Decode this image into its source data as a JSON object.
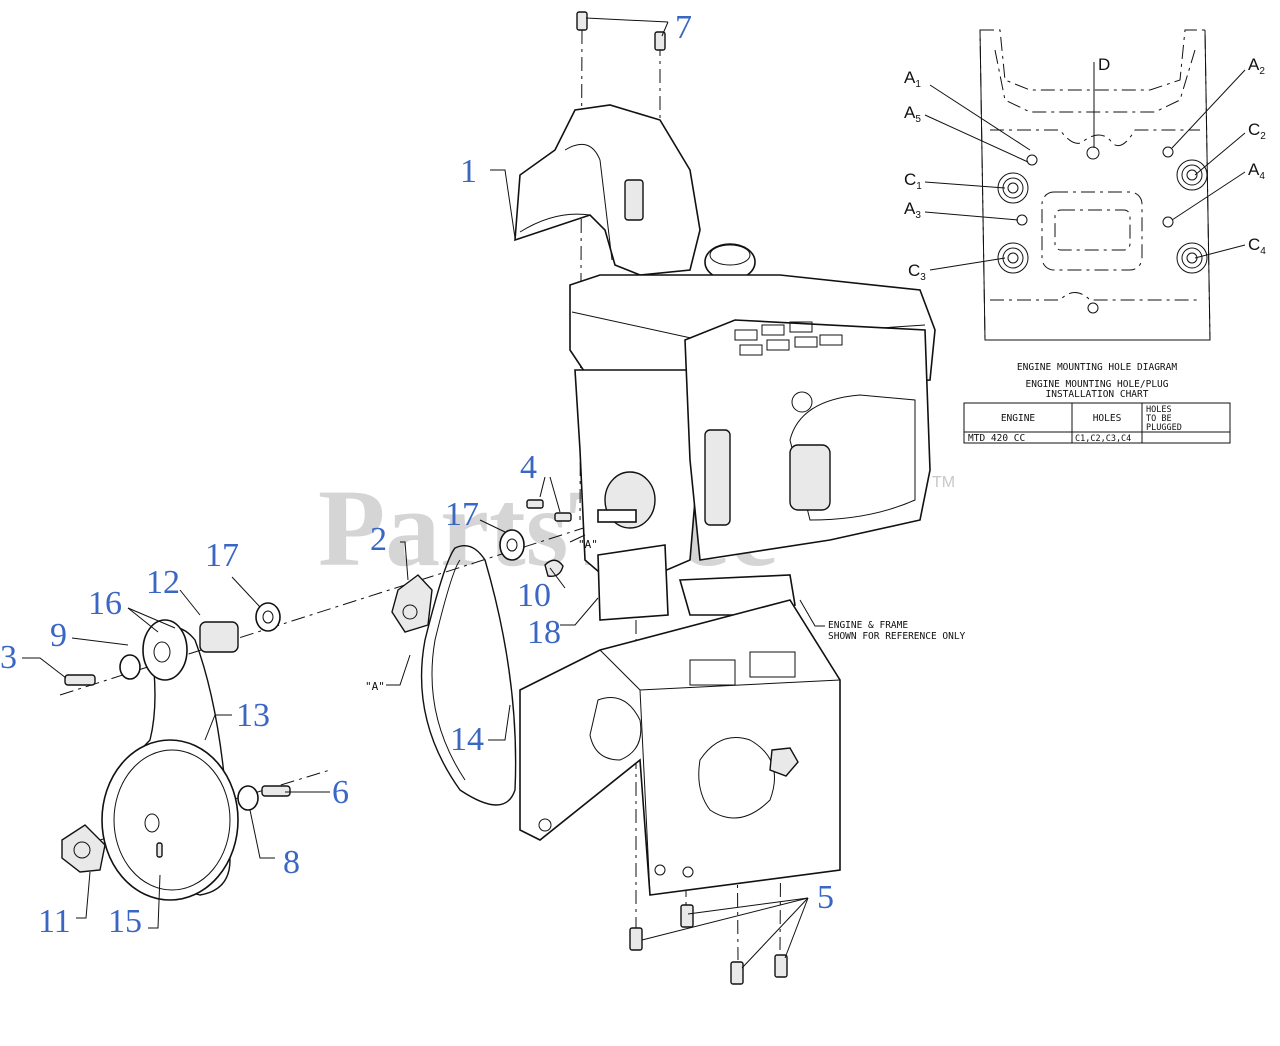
{
  "watermark": {
    "text": "PartsTree",
    "tm": "TM"
  },
  "callouts": [
    {
      "id": "c1",
      "label": "1"
    },
    {
      "id": "c2",
      "label": "2"
    },
    {
      "id": "c3",
      "label": "3"
    },
    {
      "id": "c4",
      "label": "4"
    },
    {
      "id": "c5",
      "label": "5"
    },
    {
      "id": "c6",
      "label": "6"
    },
    {
      "id": "c7",
      "label": "7"
    },
    {
      "id": "c8",
      "label": "8"
    },
    {
      "id": "c9",
      "label": "9"
    },
    {
      "id": "c10",
      "label": "10"
    },
    {
      "id": "c11",
      "label": "11"
    },
    {
      "id": "c12",
      "label": "12"
    },
    {
      "id": "c13",
      "label": "13"
    },
    {
      "id": "c14",
      "label": "14"
    },
    {
      "id": "c15",
      "label": "15"
    },
    {
      "id": "c16",
      "label": "16"
    },
    {
      "id": "c17a",
      "label": "17"
    },
    {
      "id": "c17b",
      "label": "17"
    },
    {
      "id": "c18",
      "label": "18"
    }
  ],
  "refs": {
    "a1": "\"A\"",
    "a2": "\"A\""
  },
  "engine_note": {
    "line1": "ENGINE & FRAME",
    "line2": "SHOWN FOR REFERENCE ONLY"
  },
  "hole_diagram": {
    "title": "ENGINE MOUNTING HOLE DIAGRAM",
    "labels": {
      "A1": {
        "letter": "A",
        "sub": "1"
      },
      "A2": {
        "letter": "A",
        "sub": "2"
      },
      "A3": {
        "letter": "A",
        "sub": "3"
      },
      "A4": {
        "letter": "A",
        "sub": "4"
      },
      "A5": {
        "letter": "A",
        "sub": "5"
      },
      "C1": {
        "letter": "C",
        "sub": "1"
      },
      "C2": {
        "letter": "C",
        "sub": "2"
      },
      "C3": {
        "letter": "C",
        "sub": "3"
      },
      "C4": {
        "letter": "C",
        "sub": "4"
      },
      "D": {
        "letter": "D",
        "sub": ""
      }
    }
  },
  "install_chart": {
    "title_line1": "ENGINE MOUNTING HOLE/PLUG",
    "title_line2": "INSTALLATION CHART",
    "headers": {
      "engine": "ENGINE",
      "holes": "HOLES",
      "plugged1": "HOLES",
      "plugged2": "TO BE",
      "plugged3": "PLUGGED"
    },
    "row": {
      "engine": "MTD 420 CC",
      "holes": "C1,C2,C3,C4",
      "plugged": ""
    }
  },
  "colors": {
    "callout": "#3a66c4",
    "line": "#111111",
    "watermark": "#c8c8c8"
  }
}
